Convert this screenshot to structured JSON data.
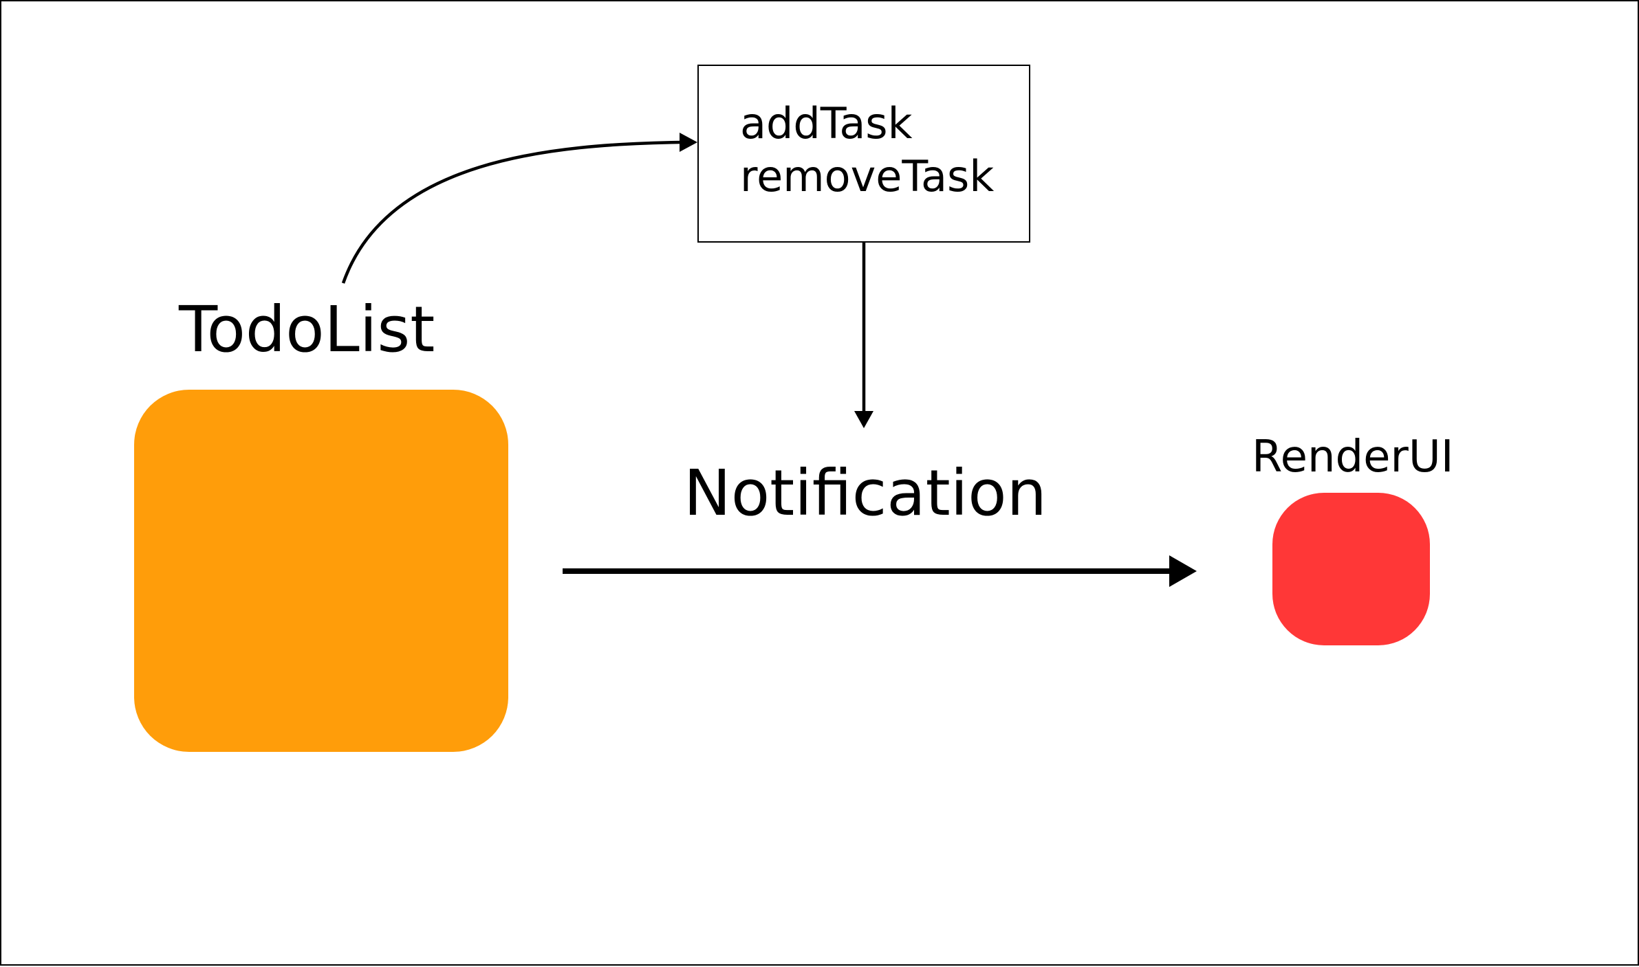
{
  "diagram": {
    "nodes": {
      "todolist": {
        "label": "TodoList",
        "color": "#FF9D0A"
      },
      "methods": {
        "items": [
          "addTask",
          "removeTask"
        ]
      },
      "renderui": {
        "label": "RenderUI",
        "color": "#FF3737"
      }
    },
    "edges": {
      "notification": {
        "label": "Notification"
      }
    }
  }
}
